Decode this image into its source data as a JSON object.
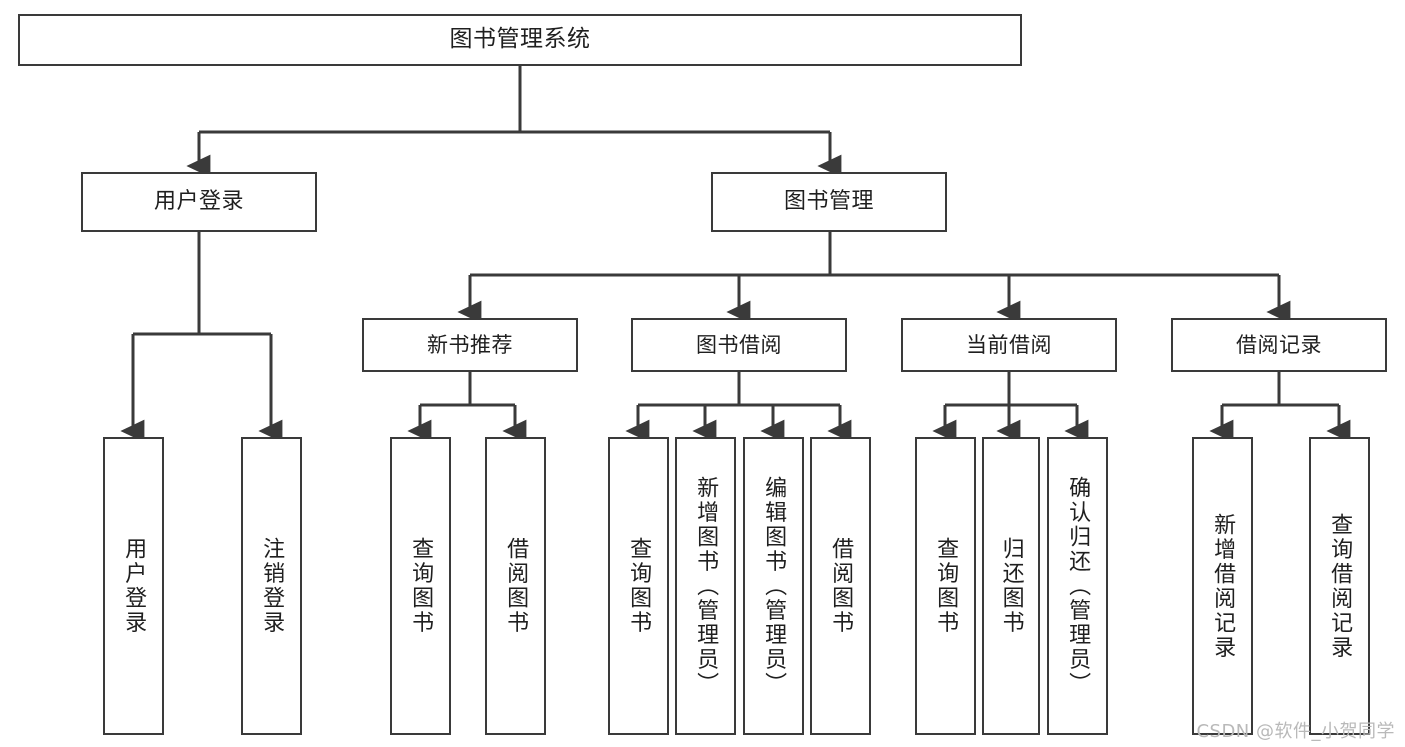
{
  "diagram": {
    "title": "图书管理系统",
    "type": "hierarchy-tree",
    "root": {
      "label": "图书管理系统"
    },
    "level2": [
      {
        "label": "用户登录"
      },
      {
        "label": "图书管理"
      }
    ],
    "level3": [
      {
        "label": "新书推荐"
      },
      {
        "label": "图书借阅"
      },
      {
        "label": "当前借阅"
      },
      {
        "label": "借阅记录"
      }
    ],
    "leaves": {
      "user_login": [
        {
          "label": "用户登录"
        },
        {
          "label": "注销登录"
        }
      ],
      "new_book_recommend": [
        {
          "label": "查询图书"
        },
        {
          "label": "借阅图书"
        }
      ],
      "book_borrow": [
        {
          "label": "查询图书"
        },
        {
          "label": "新增图书（管理员）"
        },
        {
          "label": "编辑图书（管理员）"
        },
        {
          "label": "借阅图书"
        }
      ],
      "current_borrow": [
        {
          "label": "查询图书"
        },
        {
          "label": "归还图书"
        },
        {
          "label": "确认归还（管理员）"
        }
      ],
      "borrow_record": [
        {
          "label": "新增借阅记录"
        },
        {
          "label": "查询借阅记录"
        }
      ]
    }
  },
  "watermark": {
    "text": "CSDN @软件_小贺同学"
  },
  "colors": {
    "border": "#3a3a3a",
    "text": "#1f1f1f",
    "background": "#ffffff",
    "watermark": "#b9b9b9"
  }
}
